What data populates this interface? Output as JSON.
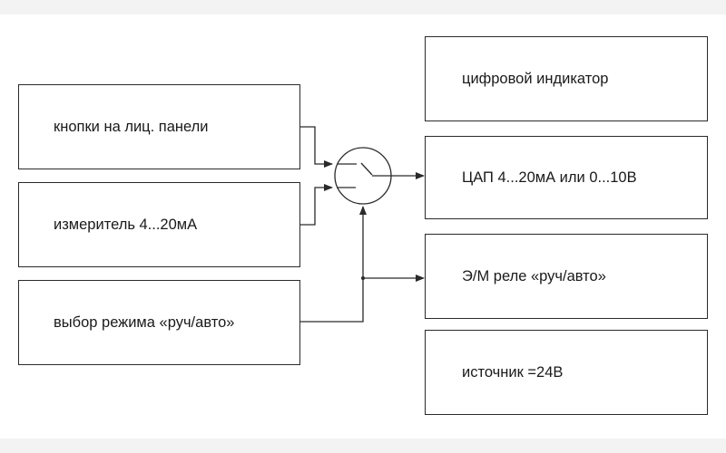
{
  "inputs": {
    "buttons": "кнопки на лиц. панели",
    "meter": "измеритель 4...20мА",
    "mode": "выбор режима «руч/авто»"
  },
  "outputs": {
    "display": "цифровой индикатор",
    "dac": "ЦАП 4...20мА или 0...10В",
    "relay": "Э/М реле «руч/авто»",
    "supply": "источник =24В"
  },
  "colors": {
    "line": "#2a2a2a",
    "box_border": "#2a2a2a",
    "text": "#1a1a1a",
    "band": "#f3f3f3"
  }
}
